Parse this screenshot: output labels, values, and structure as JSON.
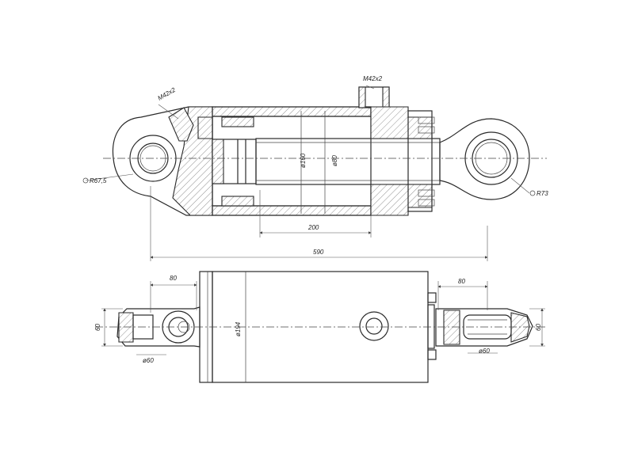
{
  "labels": {
    "port_left": "M42x2",
    "port_top": "M42x2",
    "radius_left": "R67,5",
    "radius_right": "R73",
    "dia_bore": "ø160",
    "dia_rod": "ø80",
    "stroke": "200",
    "overall_length": "590",
    "width_left": "80",
    "width_right": "80",
    "height_left": "60",
    "height_right": "60",
    "pin_left": "ø60",
    "pin_right": "ø60",
    "dia_body": "ø194"
  }
}
